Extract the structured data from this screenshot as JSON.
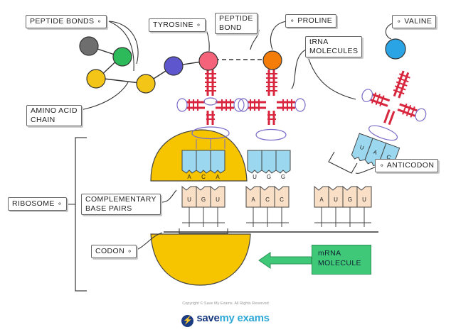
{
  "labels": {
    "peptide_bonds": "PEPTIDE   BONDS",
    "tyrosine": "TYROSINE",
    "peptide_bond_1": "PEPTIDE",
    "peptide_bond_2": "BOND",
    "proline": "PROLINE",
    "valine": "VALINE",
    "trna_1": "tRNA",
    "trna_2": "MOLECULES",
    "amino_acid_chain_1": "AMINO   ACID",
    "amino_acid_chain_2": "CHAIN",
    "anticodon": "ANTICODON",
    "ribosome": "RIBOSOME",
    "complementary_1": "COMPLEMENTARY",
    "complementary_2": "BASE   PAIRS",
    "codon": "CODON",
    "mrna_1": "mRNA",
    "mrna_2": "MOLECULE"
  },
  "bases": {
    "anticodon_1": [
      "A",
      "C",
      "A"
    ],
    "anticodon_2": [
      "U",
      "G",
      "G"
    ],
    "anticodon_3": [
      "U",
      "A",
      "C"
    ],
    "codons_left": [
      "U",
      "G",
      "U"
    ],
    "codons_mid": [
      "A",
      "C",
      "C"
    ],
    "codons_right": [
      "A",
      "U",
      "G",
      "U"
    ]
  },
  "amino_acid_colors": [
    "#6e6e6e",
    "#2cba5a",
    "#f3c516",
    "#f3c516",
    "#5e56cc",
    "#f5637a",
    "#f47d0a",
    "#2aa4e4"
  ],
  "colors": {
    "ribosome": "#f7c500",
    "trna": "#d7263d",
    "anticodon_base": "#9bd8f0",
    "codon_base": "#f8dfc6",
    "mrna_arrow": "#3ec878",
    "brand_blue": "#1b3c82",
    "brand_light": "#2fa9d6"
  },
  "footer": {
    "copyright": "Copyright © Save My Exams. All Rights Reserved",
    "brand_1": "save",
    "brand_2": "my exams"
  }
}
